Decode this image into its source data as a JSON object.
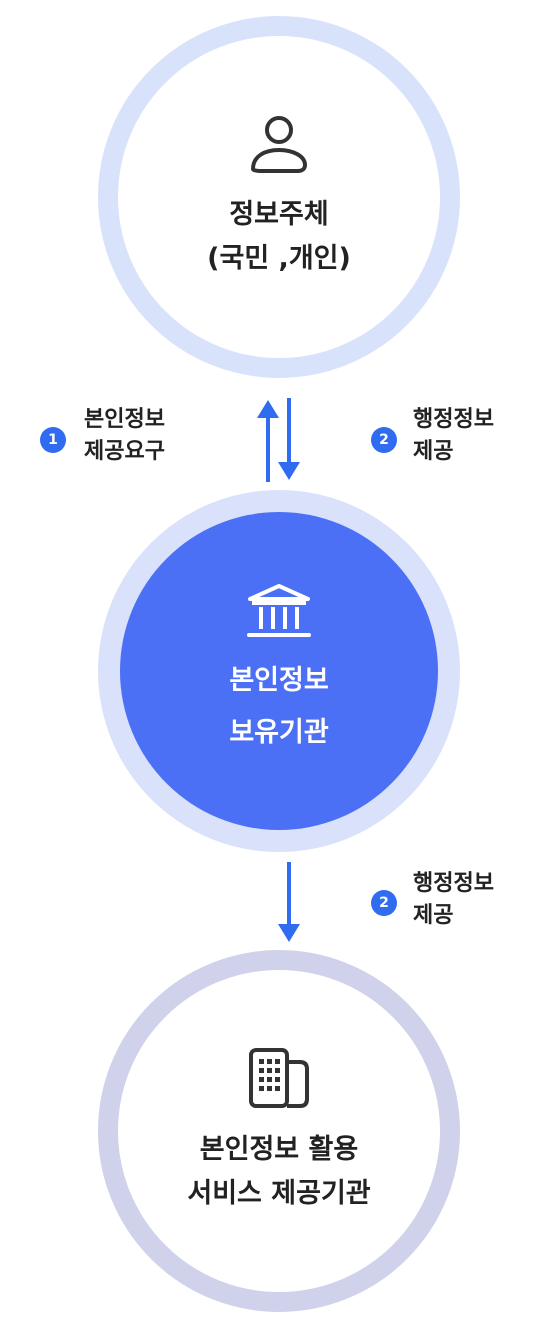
{
  "nodes": {
    "subject": {
      "icon": "person-icon",
      "line1": "정보주체",
      "line2": "(국민 ,개인)"
    },
    "holder": {
      "icon": "bank-building-icon",
      "line1": "본인정보",
      "line2": "보유기관"
    },
    "service": {
      "icon": "office-building-icon",
      "line1": "본인정보 활용",
      "line2": "서비스 제공기관"
    }
  },
  "edges": [
    {
      "step": "1",
      "line1": "본인정보",
      "line2": "제공요구"
    },
    {
      "step": "2",
      "line1": "행정정보",
      "line2": "제공"
    },
    {
      "step": "2",
      "line1": "행정정보",
      "line2": "제공"
    }
  ],
  "colors": {
    "accent": "#4b6ff5",
    "arrow": "#2f6cf0",
    "ring_top": "#d8e3fb",
    "ring_bottom": "#cfd2ea"
  }
}
